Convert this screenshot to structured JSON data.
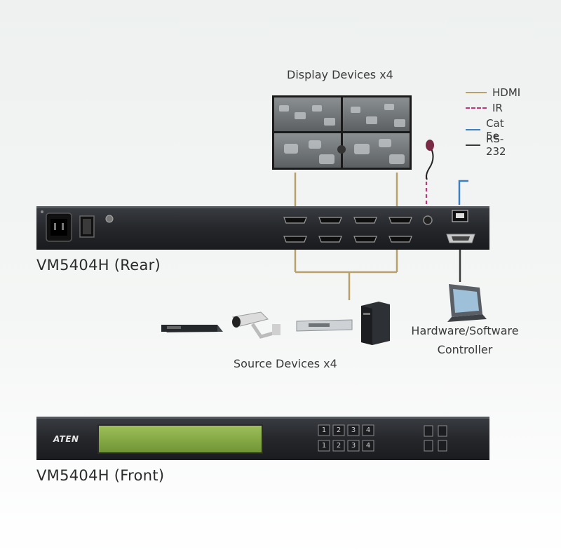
{
  "labels": {
    "display": "Display Devices x4",
    "rear": "VM5404H (Rear)",
    "front": "VM5404H (Front)",
    "source": "Source Devices x4",
    "controller_line1": "Hardware/Software",
    "controller_line2": "Controller",
    "brand": "ATEN"
  },
  "legend": [
    {
      "label": "HDMI",
      "color": "#b8a06a",
      "style": "solid"
    },
    {
      "label": "IR",
      "color": "#c2357a",
      "style": "dashed"
    },
    {
      "label": "Cat 5e",
      "color": "#3b7fc4",
      "style": "solid"
    },
    {
      "label": "RS-232",
      "color": "#3a3a3a",
      "style": "solid"
    }
  ],
  "front_buttons": {
    "row1": [
      "1",
      "2",
      "3",
      "4"
    ],
    "row2": [
      "1",
      "2",
      "3",
      "4"
    ]
  }
}
